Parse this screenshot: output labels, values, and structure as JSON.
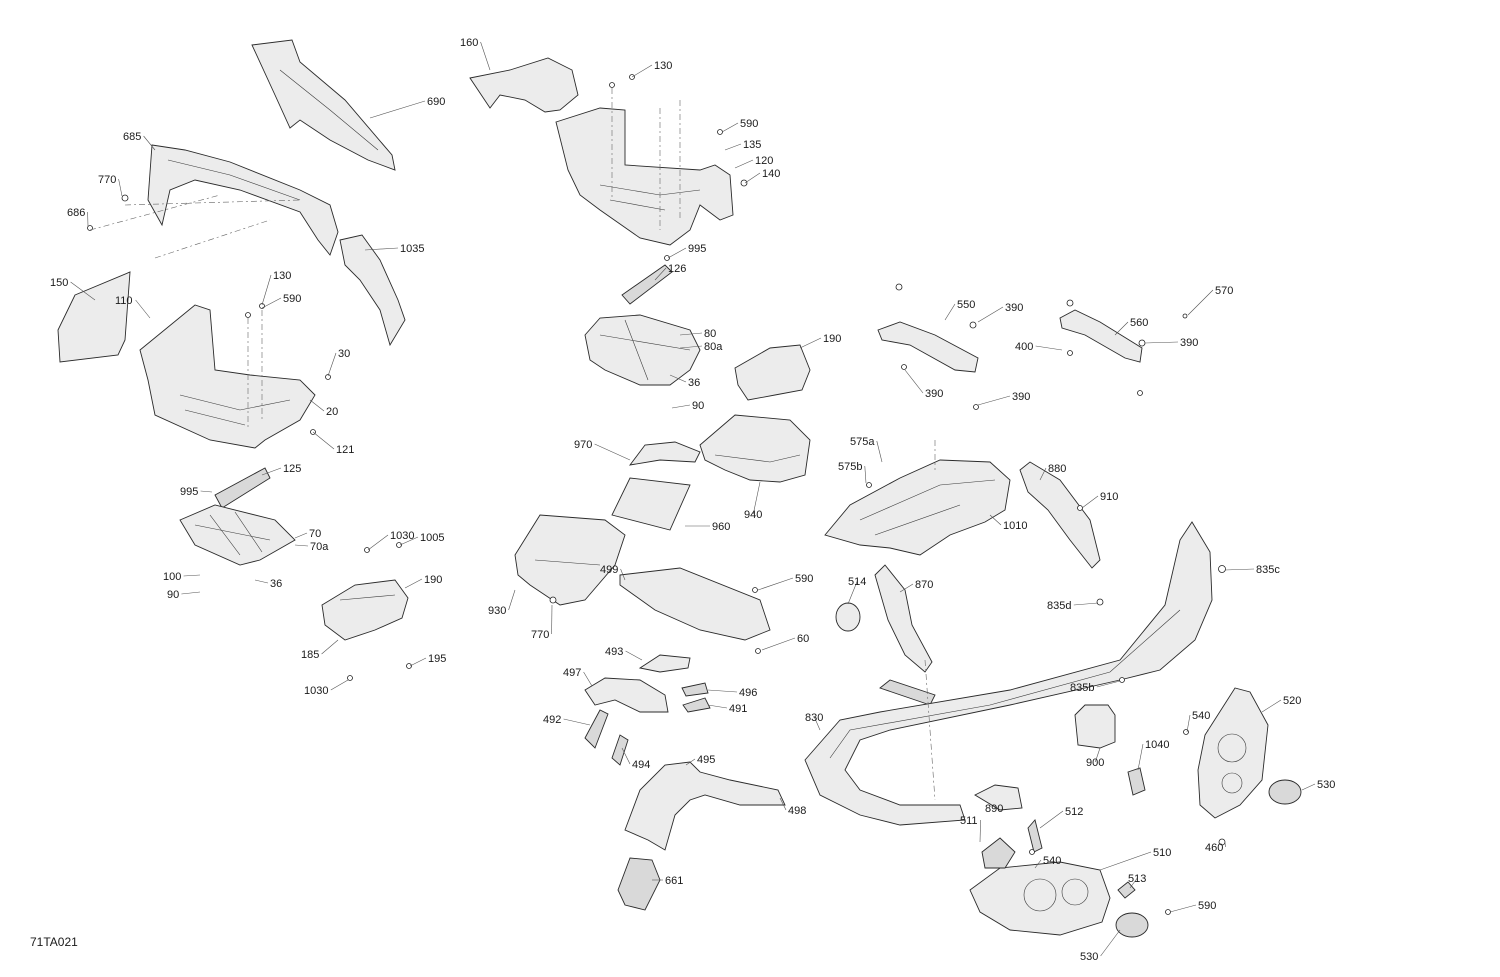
{
  "diagram_id": "71TA021",
  "callouts": [
    {
      "label": "160"
    },
    {
      "label": "130"
    },
    {
      "label": "690"
    },
    {
      "label": "590"
    },
    {
      "label": "135"
    },
    {
      "label": "120"
    },
    {
      "label": "140"
    },
    {
      "label": "685"
    },
    {
      "label": "770"
    },
    {
      "label": "686"
    },
    {
      "label": "1035"
    },
    {
      "label": "995"
    },
    {
      "label": "126"
    },
    {
      "label": "150"
    },
    {
      "label": "110"
    },
    {
      "label": "130"
    },
    {
      "label": "590"
    },
    {
      "label": "80"
    },
    {
      "label": "80a"
    },
    {
      "label": "190"
    },
    {
      "label": "36"
    },
    {
      "label": "90"
    },
    {
      "label": "30"
    },
    {
      "label": "20"
    },
    {
      "label": "121"
    },
    {
      "label": "550"
    },
    {
      "label": "390"
    },
    {
      "label": "570"
    },
    {
      "label": "560"
    },
    {
      "label": "400"
    },
    {
      "label": "390"
    },
    {
      "label": "390"
    },
    {
      "label": "390"
    },
    {
      "label": "970"
    },
    {
      "label": "940"
    },
    {
      "label": "575a"
    },
    {
      "label": "575b"
    },
    {
      "label": "125"
    },
    {
      "label": "995"
    },
    {
      "label": "880"
    },
    {
      "label": "910"
    },
    {
      "label": "960"
    },
    {
      "label": "1010"
    },
    {
      "label": "70"
    },
    {
      "label": "70a"
    },
    {
      "label": "1030"
    },
    {
      "label": "1005"
    },
    {
      "label": "100"
    },
    {
      "label": "90"
    },
    {
      "label": "36"
    },
    {
      "label": "190"
    },
    {
      "label": "930"
    },
    {
      "label": "499"
    },
    {
      "label": "590"
    },
    {
      "label": "514"
    },
    {
      "label": "870"
    },
    {
      "label": "835c"
    },
    {
      "label": "835d"
    },
    {
      "label": "770"
    },
    {
      "label": "60"
    },
    {
      "label": "185"
    },
    {
      "label": "195"
    },
    {
      "label": "1030"
    },
    {
      "label": "493"
    },
    {
      "label": "497"
    },
    {
      "label": "496"
    },
    {
      "label": "491"
    },
    {
      "label": "835b"
    },
    {
      "label": "830"
    },
    {
      "label": "520"
    },
    {
      "label": "540"
    },
    {
      "label": "492"
    },
    {
      "label": "1040"
    },
    {
      "label": "900"
    },
    {
      "label": "494"
    },
    {
      "label": "495"
    },
    {
      "label": "498"
    },
    {
      "label": "530"
    },
    {
      "label": "890"
    },
    {
      "label": "512"
    },
    {
      "label": "511"
    },
    {
      "label": "460"
    },
    {
      "label": "510"
    },
    {
      "label": "540"
    },
    {
      "label": "513"
    },
    {
      "label": "661"
    },
    {
      "label": "590"
    },
    {
      "label": "530"
    }
  ]
}
